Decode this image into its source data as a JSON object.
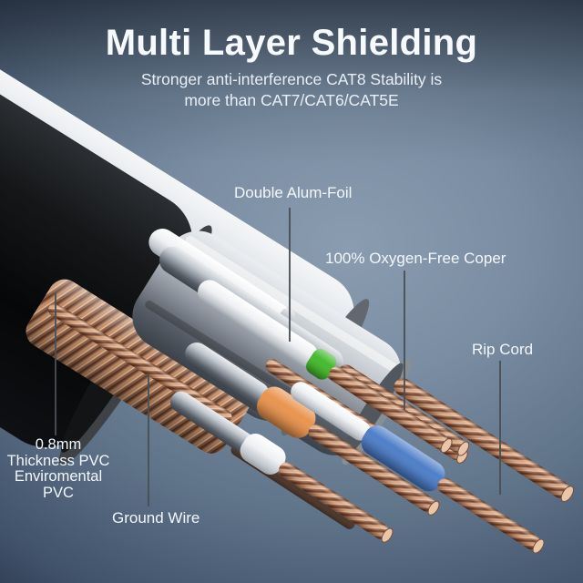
{
  "header": {
    "title": "Multi Layer Shielding",
    "subtitle_line1": "Stronger anti-interference CAT8 Stability is",
    "subtitle_line2": "more than CAT7/CAT6/CAT5E"
  },
  "callouts": {
    "double_alum_foil": "Double Alum-Foil",
    "oxygen_free_copper": "100% Oxygen-Free Coper",
    "rip_cord": "Rip Cord",
    "pvc_lines": [
      "0.8mm",
      "Thickness PVC",
      "Enviromental",
      "PVC"
    ],
    "ground_wire": "Ground Wire"
  },
  "colors": {
    "wire_green": "#45bb2e",
    "wire_orange": "#ea9550",
    "wire_blue": "#4f7fc9",
    "copper_base": "#a06a4e",
    "background_dark": "#1a2232",
    "background_light": "#8a9cb0"
  }
}
